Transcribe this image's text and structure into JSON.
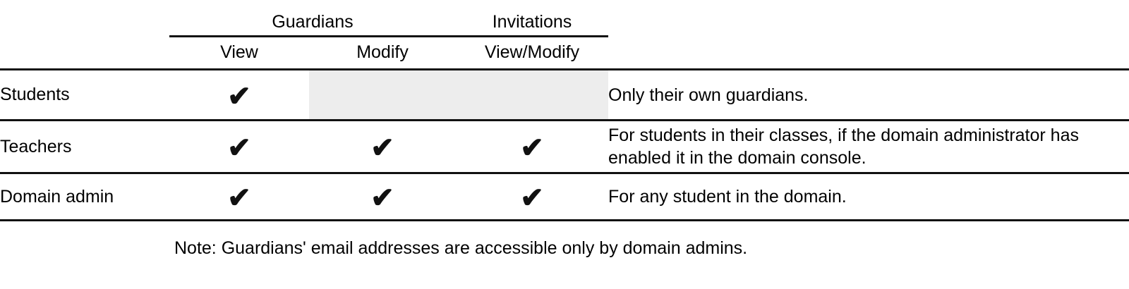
{
  "table": {
    "spanner_headers": [
      {
        "label": "Guardians",
        "span": 2
      },
      {
        "label": "Invitations",
        "span": 1
      }
    ],
    "column_headers": [
      {
        "label": "View"
      },
      {
        "label": "Modify"
      },
      {
        "label": "View/Modify"
      }
    ],
    "rows": [
      {
        "role": "Students",
        "view": "✔",
        "modify": "",
        "invitations": "",
        "description": "Only their own guardians.",
        "shaded_cells": [
          "modify",
          "invitations"
        ]
      },
      {
        "role": "Teachers",
        "view": "✔",
        "modify": "✔",
        "invitations": "✔",
        "description": "For students in their classes, if the domain administrator has enabled it in the domain console.",
        "shaded_cells": []
      },
      {
        "role": "Domain admin",
        "view": "✔",
        "modify": "✔",
        "invitations": "✔",
        "description": "For any student in the domain.",
        "shaded_cells": []
      }
    ]
  },
  "note": "Note: Guardians' email addresses are accessible only by domain admins.",
  "colors": {
    "rule": "#111111",
    "shaded_cell": "#ededed",
    "text": "#000000",
    "background": "#ffffff"
  }
}
